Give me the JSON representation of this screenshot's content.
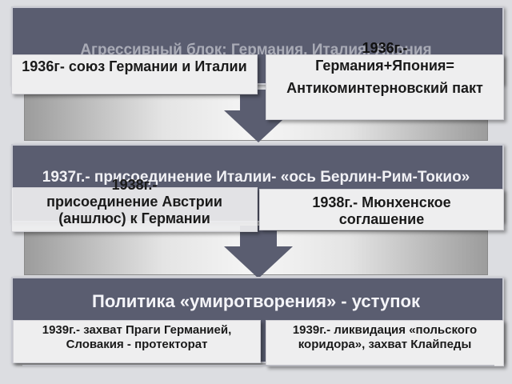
{
  "section1": {
    "header": "Агрессивный блок: Германия, Италия, Япония",
    "left": "1936г- союз Германии и Италии",
    "right_line1": "1936г.-",
    "right_line2": "Германия+Япония=",
    "right_line3": "Антикоминтерновский пакт"
  },
  "section2": {
    "header": "1937г.- присоединение Италии- «ось Берлин-Рим-Токио»",
    "left_line1": "1938г.-",
    "left_line2": "присоединение Австрии (аншлюс) к Германии",
    "right": "1938г.- Мюнхенское соглашение"
  },
  "section3": {
    "header": "Политика «умиротворения» - уступок",
    "left": "1939г.- захват Праги Германией, Словакия - протекторат",
    "right": "1939г.- ликвидация «польского коридора», захват Клайпеды"
  },
  "colors": {
    "band": "#5a5d70",
    "arrow": "#5a5d70",
    "box": "#eeeeef"
  }
}
